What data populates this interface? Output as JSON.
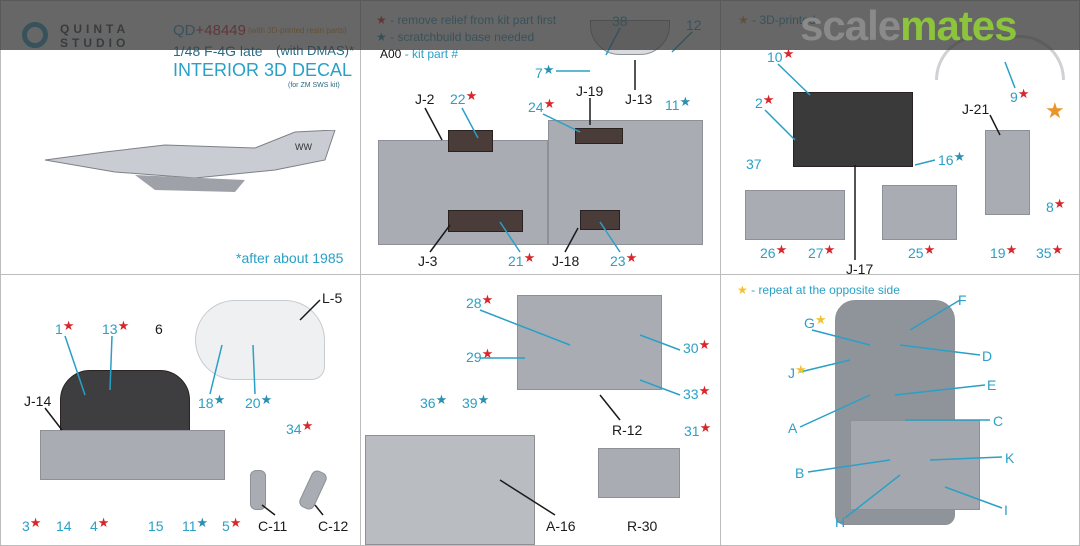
{
  "header": {
    "brand_line1": "QUINTA",
    "brand_line2": "STUDIO",
    "product_code_prefix": "QD",
    "product_code_suffix": "+48449",
    "product_note": "(with 3D-printed resin parts)",
    "model": "1/48 F-4G late",
    "model_note": "(with DMAS)*",
    "title": "INTERIOR 3D DECAL",
    "kit_note": "(for ZM SWS kit)",
    "footnote": "*after about 1985"
  },
  "legend": {
    "red_star": "- remove relief from kit part first",
    "blue_star": "- scratchbuild base needed",
    "kit_part_code": "A00",
    "kit_part_text": "- kit part #",
    "orange_star": "- 3D-printed",
    "yellow_star": "- repeat at the opposite side"
  },
  "watermark": {
    "part1": "scale",
    "part2": "mates"
  },
  "star": "★",
  "colors": {
    "label": "#2aa0c6",
    "red_star": "#d8262b",
    "blue_star": "#2a8fb0",
    "orange_star": "#e8962a",
    "yellow_star": "#f3c230"
  },
  "labels": {
    "p2": [
      "38",
      "12",
      "7",
      "J-19",
      "J-13",
      "11",
      "J-2",
      "22",
      "24",
      "J-3",
      "21",
      "J-18",
      "23"
    ],
    "p3": [
      "10",
      "9",
      "2",
      "J-21",
      "16",
      "8",
      "37",
      "26",
      "27",
      "J-17",
      "25",
      "19",
      "35"
    ],
    "p4": [
      "1",
      "13",
      "6",
      "L-5",
      "J-14",
      "18",
      "20",
      "34",
      "3",
      "14",
      "4",
      "15",
      "11",
      "5",
      "C-11",
      "C-12"
    ],
    "p5": [
      "28",
      "29",
      "30",
      "33",
      "R-12",
      "36",
      "39",
      "31",
      "A-16",
      "R-30"
    ],
    "p6": [
      "F",
      "G",
      "D",
      "J",
      "E",
      "C",
      "A",
      "K",
      "B",
      "I",
      "H"
    ]
  }
}
